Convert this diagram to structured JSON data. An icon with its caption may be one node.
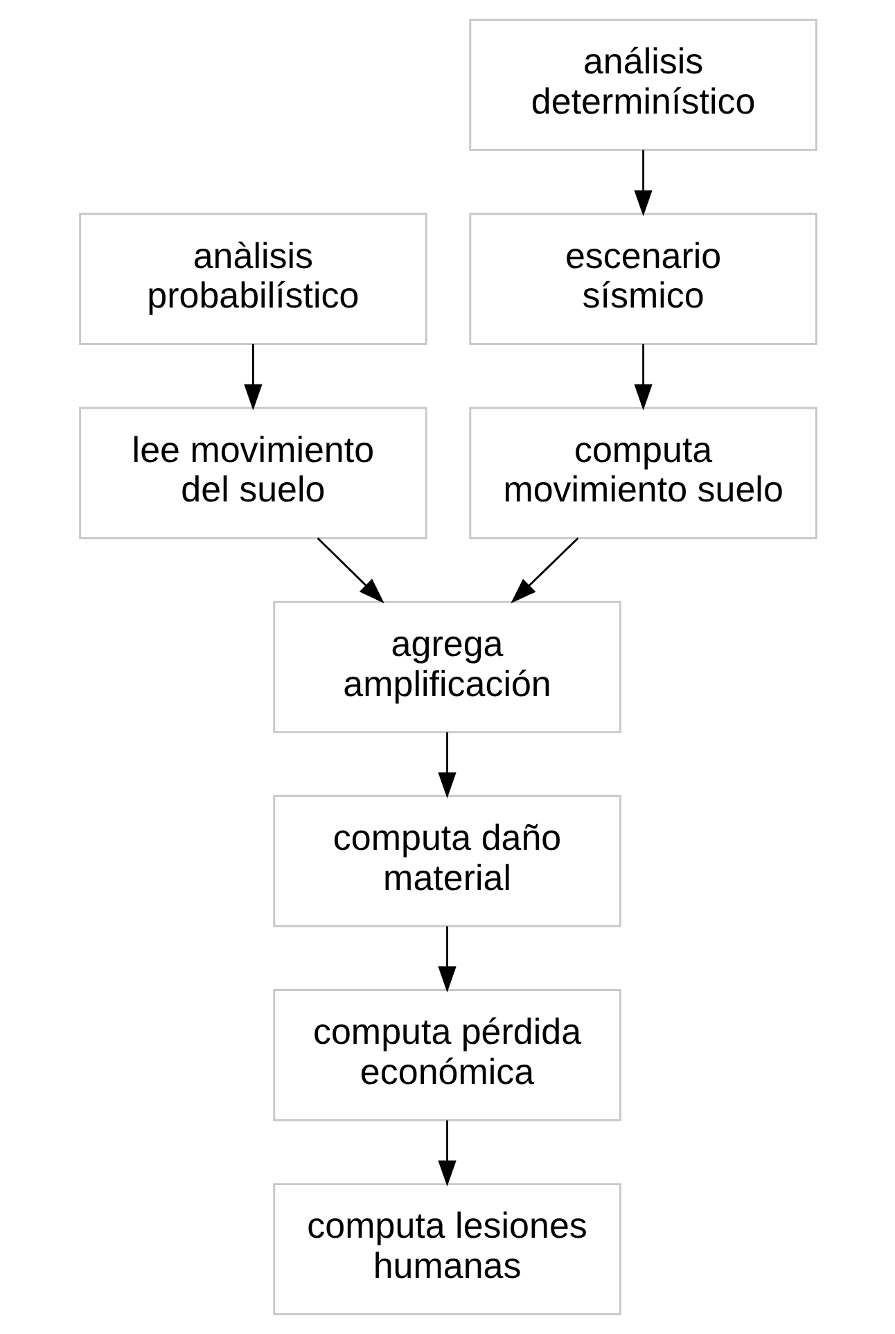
{
  "diagram": {
    "nodes": [
      {
        "text": [
          "anàlisis probabilístico"
        ]
      },
      {
        "text": [
          "análisis determinístico"
        ]
      },
      {
        "text": [
          "escenario sísmico"
        ]
      },
      {
        "text": [
          "lee movimiento del suelo"
        ]
      },
      {
        "text": [
          "computa movimiento suelo"
        ]
      },
      {
        "text": [
          "agrega amplificación"
        ]
      },
      {
        "text": [
          "computa daño material"
        ]
      },
      {
        "text": [
          "computa pérdida económica"
        ]
      },
      {
        "text": [
          "computa lesiones humanas"
        ]
      }
    ],
    "edges": [
      {
        "from": 0,
        "to": 3,
        "arrow": "to"
      },
      {
        "from": 1,
        "to": 2,
        "arrow": "to"
      },
      {
        "from": 2,
        "to": 4,
        "arrow": "to"
      },
      {
        "from": 3,
        "to": 5,
        "arrow": "to"
      },
      {
        "from": 4,
        "to": 5,
        "arrow": "to"
      },
      {
        "from": 5,
        "to": 6,
        "arrow": "to"
      },
      {
        "from": 6,
        "to": 7,
        "arrow": "to"
      },
      {
        "from": 7,
        "to": 8,
        "arrow": "to"
      }
    ]
  }
}
